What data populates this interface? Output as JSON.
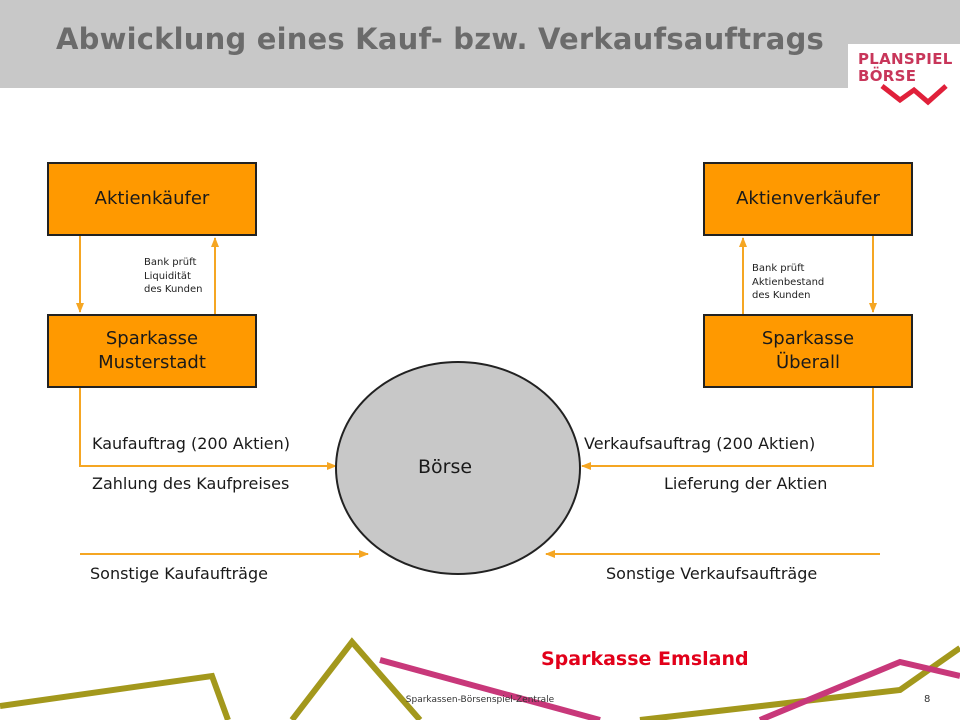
{
  "header": {
    "title": "Abwicklung eines Kauf- bzw. Verkaufsauftrags"
  },
  "logo": {
    "line1": "PLANSPIEL",
    "line2": "BÖRSE"
  },
  "buyer": {
    "customer": "Aktienkäufer",
    "bank_line1": "Sparkasse",
    "bank_line2": "Musterstadt",
    "check_line1": "Bank prüft",
    "check_line2": "Liquidität",
    "check_line3": "des Kunden"
  },
  "seller": {
    "customer": "Aktienverkäufer",
    "bank_line1": "Sparkasse",
    "bank_line2": "Überall",
    "check_line1": "Bank prüft",
    "check_line2": "Aktienbestand",
    "check_line3": "des Kunden"
  },
  "exchange": {
    "label": "Börse"
  },
  "flows": {
    "buy_order": "Kaufauftrag (200 Aktien)",
    "payment": "Zahlung des Kaufpreises",
    "sell_order": "Verkaufsauftrag (200 Aktien)",
    "delivery": "Lieferung der Aktien",
    "other_buy": "Sonstige Kaufaufträge",
    "other_sell": "Sonstige Verkaufsaufträge"
  },
  "colors": {
    "box_fill": "#ff9900",
    "arrow": "#f5a623",
    "brand": "#e2001a",
    "olive": "#a3981c",
    "magenta": "#c8387a"
  },
  "brand": "Sparkasse Emsland",
  "footer": {
    "text": "Sparkassen-Börsenspiel-Zentrale",
    "page": "8"
  }
}
